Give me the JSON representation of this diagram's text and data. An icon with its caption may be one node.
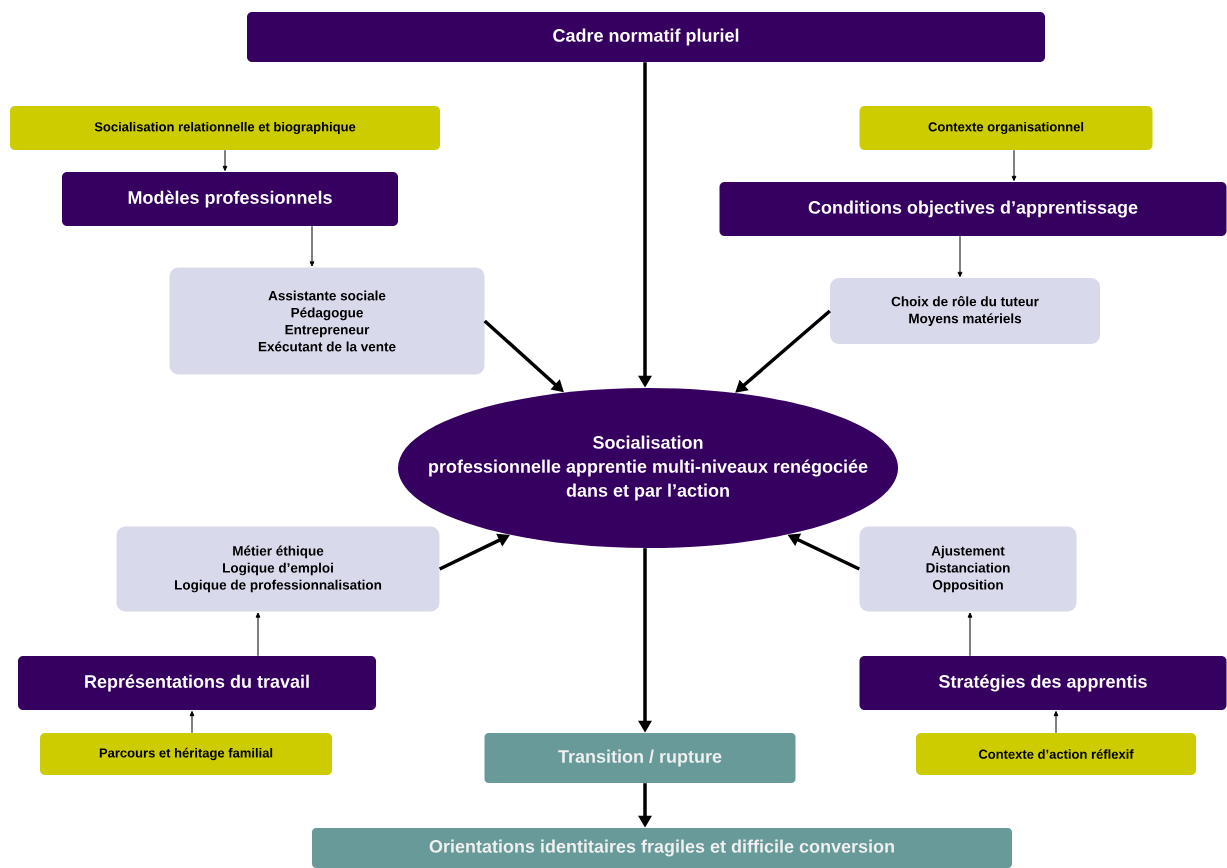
{
  "diagram": {
    "nodes": [
      {
        "text": [
          "Cadre normatif pluriel"
        ]
      },
      {
        "text": [
          "Socialisation relationnelle et biographique"
        ]
      },
      {
        "text": [
          "Contexte organisationnel"
        ]
      },
      {
        "text": [
          "Modèles professionnels"
        ]
      },
      {
        "text": [
          "Conditions objectives d’apprentissage"
        ]
      },
      {
        "text": [
          "Assistante sociale",
          "Pédagogue",
          "Entrepreneur",
          "Exécutant de la vente"
        ]
      },
      {
        "text": [
          "Choix de rôle du tuteur",
          "Moyens matériels"
        ]
      },
      {
        "text": [
          "Socialisation",
          "professionnelle apprentie multi-niveaux renégociée dans et par l’action"
        ]
      },
      {
        "text": [
          "Métier éthique",
          "Logique d’emploi",
          "Logique de professionnalisation"
        ]
      },
      {
        "text": [
          "Ajustement",
          "Distanciation",
          "Opposition"
        ]
      },
      {
        "text": [
          "Représentations du travail"
        ]
      },
      {
        "text": [
          "Stratégies des apprentis"
        ]
      },
      {
        "text": [
          "Parcours et héritage familial"
        ]
      },
      {
        "text": [
          "Contexte d’action réflexif"
        ]
      },
      {
        "text": [
          "Transition / rupture"
        ]
      },
      {
        "text": [
          "Orientations identitaires fragiles et difficile conversion"
        ]
      }
    ],
    "edges": [
      {
        "from": 0,
        "to": 7,
        "arrow": "to",
        "style": "thick"
      },
      {
        "from": 1,
        "to": 3,
        "arrow": "to"
      },
      {
        "from": 3,
        "to": 5,
        "arrow": "to"
      },
      {
        "from": 2,
        "to": 4,
        "arrow": "to"
      },
      {
        "from": 4,
        "to": 6,
        "arrow": "to"
      },
      {
        "from": 5,
        "to": 7,
        "arrow": "to",
        "style": "thick"
      },
      {
        "from": 6,
        "to": 7,
        "arrow": "to",
        "style": "thick"
      },
      {
        "from": 8,
        "to": 7,
        "arrow": "to",
        "style": "thick"
      },
      {
        "from": 9,
        "to": 7,
        "arrow": "to",
        "style": "thick"
      },
      {
        "from": 10,
        "to": 8,
        "arrow": "to"
      },
      {
        "from": 11,
        "to": 9,
        "arrow": "to"
      },
      {
        "from": 12,
        "to": 10,
        "arrow": "to"
      },
      {
        "from": 13,
        "to": 11,
        "arrow": "to"
      },
      {
        "from": 7,
        "to": 14,
        "arrow": "to",
        "style": "thick"
      },
      {
        "from": 14,
        "to": 15,
        "arrow": "to",
        "style": "thick"
      }
    ]
  }
}
